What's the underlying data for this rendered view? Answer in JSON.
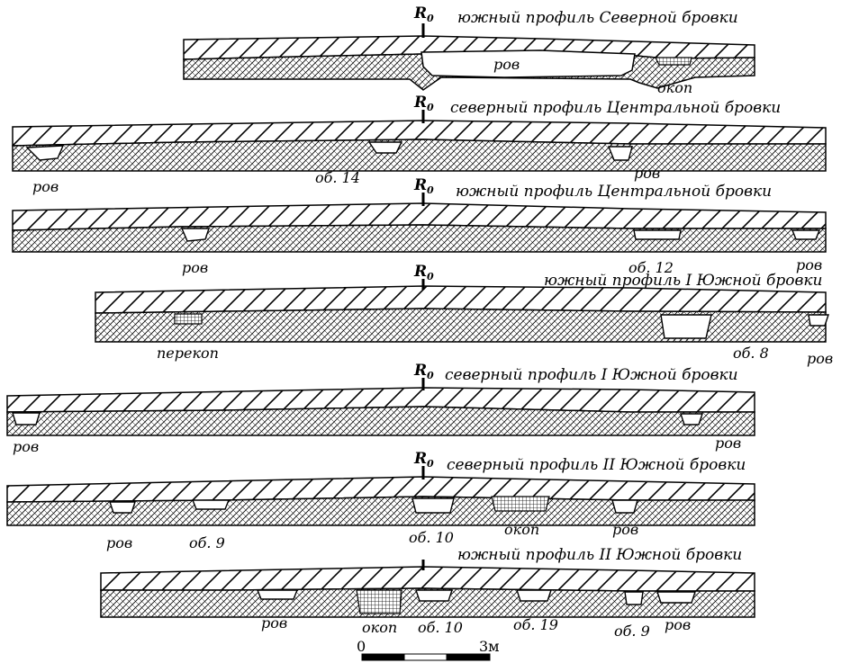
{
  "datum_label": "R",
  "datum_subscript": "0",
  "profiles": [
    {
      "title": "южный профиль Северной бровки",
      "features": [
        {
          "label": "ров"
        },
        {
          "label": "окоп"
        }
      ]
    },
    {
      "title": "северный профиль Центральной бровки",
      "features": [
        {
          "label": "ров"
        },
        {
          "label": "об. 14"
        },
        {
          "label": "ров"
        }
      ]
    },
    {
      "title": "южный профиль Центральной бровки",
      "features": [
        {
          "label": "ров"
        },
        {
          "label": "об. 12"
        },
        {
          "label": "ров"
        }
      ]
    },
    {
      "title": "южный профиль I Южной бровки",
      "features": [
        {
          "label": "перекоп"
        },
        {
          "label": "об. 8"
        },
        {
          "label": "ров"
        }
      ]
    },
    {
      "title": "северный профиль I Южной бровки",
      "features": [
        {
          "label": "ров"
        },
        {
          "label": "ров"
        }
      ]
    },
    {
      "title": "северный профиль II Южной бровки",
      "features": [
        {
          "label": "ров"
        },
        {
          "label": "об. 9"
        },
        {
          "label": "об. 10"
        },
        {
          "label": "окоп"
        },
        {
          "label": "ров"
        }
      ]
    },
    {
      "title": "южный профиль II Южной бровки",
      "features": [
        {
          "label": "ров"
        },
        {
          "label": "окоп"
        },
        {
          "label": "об. 10"
        },
        {
          "label": "об. 19"
        },
        {
          "label": "об. 9"
        },
        {
          "label": "ров"
        }
      ]
    }
  ],
  "scale_bar": {
    "start_label": "0",
    "end_label": "3м"
  }
}
